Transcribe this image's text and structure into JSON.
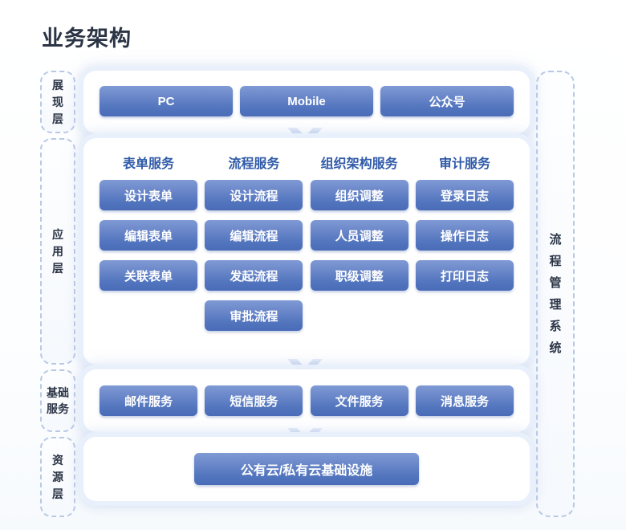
{
  "title": "业务架构",
  "colors": {
    "button_top": "#7f9ad4",
    "button_bottom": "#4a6cb8",
    "heading_text": "#2f5aa8",
    "title_text": "#2b3445",
    "dashed_border": "#b9c9e4",
    "panel_background": "#ffffff",
    "page_background": "#ffffff"
  },
  "side_tag": {
    "label": "流程管理系统"
  },
  "layers": [
    {
      "tag": "展现层",
      "name": "presentation-layer",
      "items": [
        "PC",
        "Mobile",
        "公众号"
      ]
    },
    {
      "tag": "应用层",
      "name": "application-layer",
      "columns": [
        {
          "header": "表单服务",
          "items": [
            "设计表单",
            "编辑表单",
            "关联表单"
          ]
        },
        {
          "header": "流程服务",
          "items": [
            "设计流程",
            "编辑流程",
            "发起流程",
            "审批流程"
          ]
        },
        {
          "header": "组织架构服务",
          "items": [
            "组织调整",
            "人员调整",
            "职级调整"
          ]
        },
        {
          "header": "审计服务",
          "items": [
            "登录日志",
            "操作日志",
            "打印日志"
          ]
        }
      ]
    },
    {
      "tag": "基础服务",
      "name": "basic-service-layer",
      "items": [
        "邮件服务",
        "短信服务",
        "文件服务",
        "消息服务"
      ]
    },
    {
      "tag": "资源层",
      "name": "resource-layer",
      "items": [
        "公有云/私有云基础设施"
      ]
    }
  ]
}
